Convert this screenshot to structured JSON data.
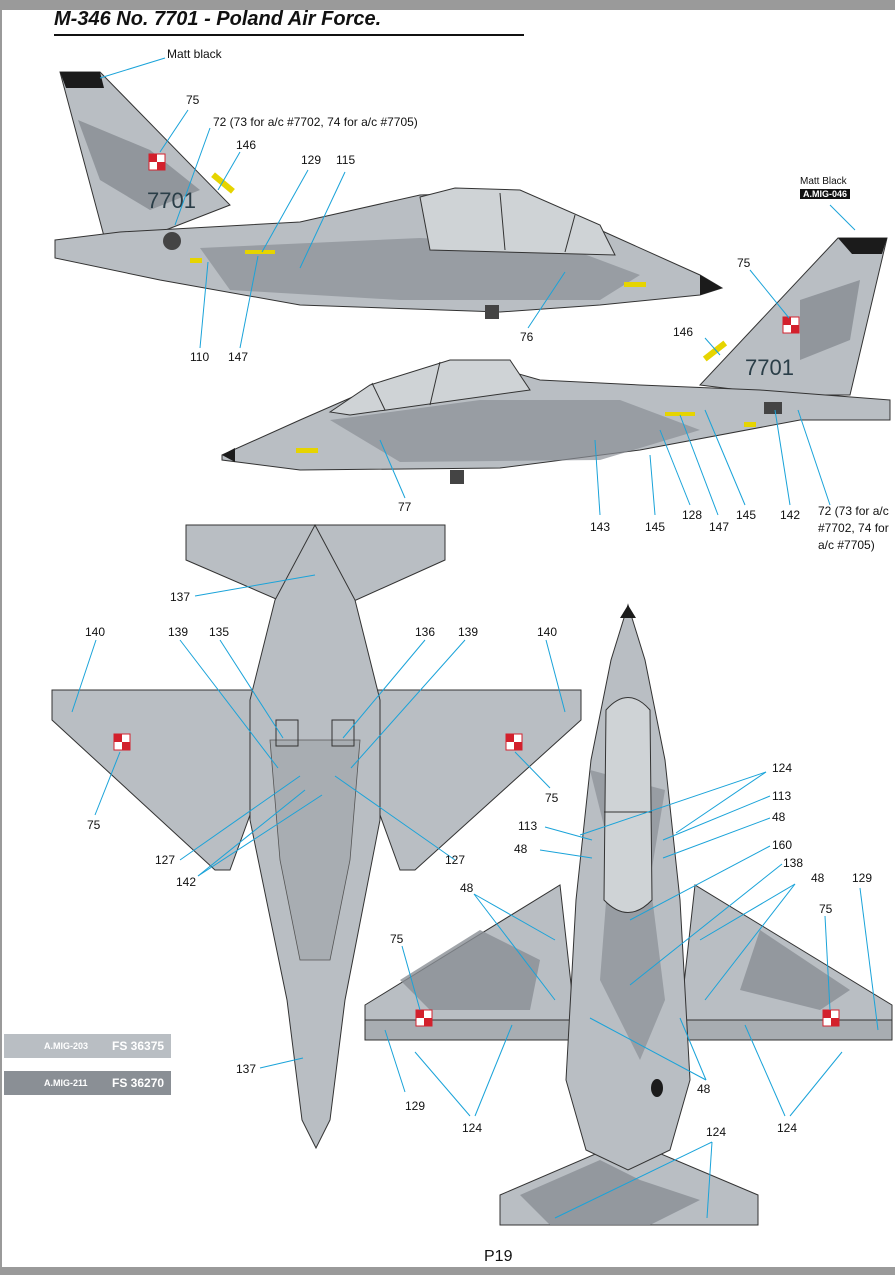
{
  "title": "M-346 No. 7701 - Poland Air Force.",
  "page_number": "P19",
  "tail_number": "7701",
  "paint_callouts": {
    "top_matt_black": "Matt black",
    "right_matt_black": "Matt Black",
    "right_paint_code": "A.MIG-046"
  },
  "swatches": [
    {
      "code": "A.MIG-203",
      "fs": "FS 36375",
      "color": "#b9bec3"
    },
    {
      "code": "A.MIG-211",
      "fs": "FS 36270",
      "color": "#8a8f95"
    }
  ],
  "colors": {
    "light_grey": "#b9bec3",
    "dark_grey": "#8a8f95",
    "leader_line": "#1aa3d9",
    "matt_black": "#1b1b1b",
    "roundel_red": "#d3202c",
    "canopy": "#cfd3d6"
  },
  "callouts": {
    "c75_a": "75",
    "c72_a": "72 (73 for a/c #7702, 74 for a/c #7705)",
    "c146_a": "146",
    "c129_a": "129",
    "c115_a": "115",
    "c110": "110",
    "c147_a": "147",
    "c76": "76",
    "c75_b": "75",
    "c146_b": "146",
    "c77": "77",
    "c143": "143",
    "c145_a": "145",
    "c128": "128",
    "c147_b": "147",
    "c145_b": "145",
    "c142_a": "142",
    "c72_b": "72 (73 for a/c #7702, 74 for a/c #7705)",
    "c137_a": "137",
    "c140_a": "140",
    "c139_a": "139",
    "c135": "135",
    "c136": "136",
    "c139_b": "139",
    "c140_b": "140",
    "c75_c": "75",
    "c75_d": "75",
    "c127_a": "127",
    "c142_b": "142",
    "c127_b": "127",
    "c137_b": "137",
    "c124_a": "124",
    "c113_a": "113",
    "c113_b": "113",
    "c48_a": "48",
    "c48_b": "48",
    "c160": "160",
    "c138": "138",
    "c48_c": "48",
    "c48_d": "48",
    "c129_b": "129",
    "c75_e": "75",
    "c75_f": "75",
    "c48_e": "48",
    "c129_c": "129",
    "c124_b": "124",
    "c124_c": "124",
    "c124_d": "124"
  }
}
